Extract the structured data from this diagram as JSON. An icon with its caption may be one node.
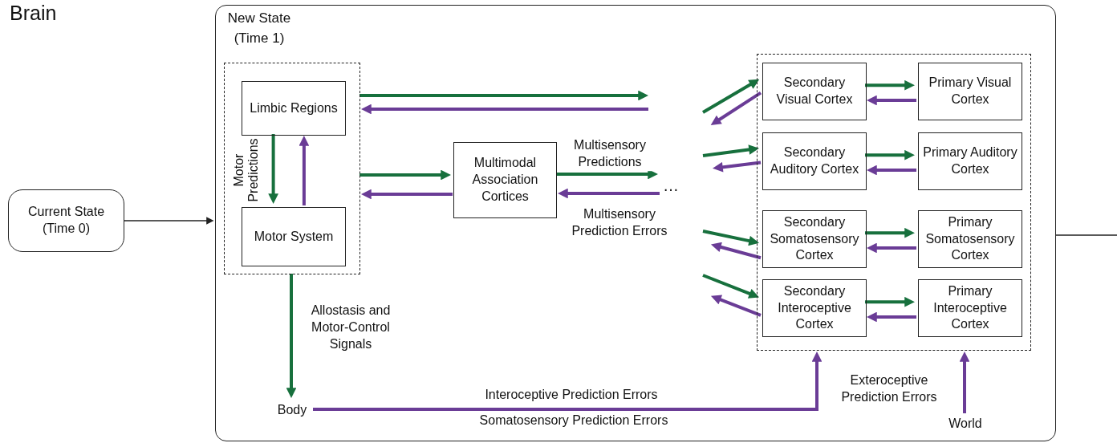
{
  "diagram": {
    "nodes": [
      {
        "text": [
          "Current State (Time 0)"
        ]
      },
      {
        "text": [
          "New State (Time 1)"
        ]
      },
      {
        "text": [],
        "shape": "box",
        "in": 1
      },
      {
        "text": [
          "Limbic Regions"
        ],
        "in": 2
      },
      {
        "text": [
          "Motor System"
        ],
        "in": 2
      },
      {
        "text": [
          "Multimodal Association Cortices"
        ],
        "in": 1
      },
      {
        "text": [],
        "shape": "box",
        "in": 1
      },
      {
        "text": [
          "Secondary Visual Cortex"
        ],
        "in": 6
      },
      {
        "text": [
          "Primary Visual Cortex"
        ],
        "in": 6
      },
      {
        "text": [
          "Secondary Auditory Cortex"
        ],
        "in": 6
      },
      {
        "text": [
          "Primary Auditory Cortex"
        ],
        "in": 6
      },
      {
        "text": [
          "Secondary Somatosensory Cortex"
        ],
        "in": 6
      },
      {
        "text": [
          "Primary Somatosensory Cortex"
        ],
        "in": 6
      },
      {
        "text": [
          "Secondary Interoceptive Cortex"
        ],
        "in": 6
      },
      {
        "text": [
          "Primary Interoceptive Cortex"
        ],
        "in": 6
      },
      {
        "text": [
          "…"
        ],
        "in": 1
      },
      {
        "text": [
          "Body"
        ],
        "in": 1
      },
      {
        "text": [
          "World"
        ],
        "in": 1
      }
    ],
    "edges": [
      {
        "from": 0,
        "to": 1,
        "arrow": "to",
        "color": "#222222"
      },
      {
        "from": 1,
        "to": null,
        "arrow": "none",
        "color": "#222222"
      },
      {
        "from": 3,
        "to": 4,
        "arrow": "to",
        "color": "#17703d"
      },
      {
        "from": 4,
        "to": 3,
        "arrow": "to",
        "color": "#6a3c96"
      },
      {
        "from": 2,
        "to": 5,
        "arrow": "to",
        "color": "#17703d"
      },
      {
        "from": 5,
        "to": 2,
        "arrow": "to",
        "color": "#6a3c96"
      },
      {
        "from": 2,
        "to": null,
        "arrow": "to",
        "color": "#17703d"
      },
      {
        "from": null,
        "to": 2,
        "arrow": "to",
        "color": "#6a3c96"
      },
      {
        "from": 5,
        "to": 15,
        "arrow": "to",
        "color": "#17703d",
        "label": "Multisensory Predictions"
      },
      {
        "from": 15,
        "to": 5,
        "arrow": "to",
        "color": "#6a3c96",
        "label": "Multisensory Prediction Errors"
      },
      {
        "from": null,
        "to": 7,
        "arrow": "to",
        "color": "#17703d"
      },
      {
        "from": 7,
        "to": null,
        "arrow": "to",
        "color": "#6a3c96"
      },
      {
        "from": null,
        "to": 9,
        "arrow": "to",
        "color": "#17703d"
      },
      {
        "from": 9,
        "to": null,
        "arrow": "to",
        "color": "#6a3c96"
      },
      {
        "from": null,
        "to": 11,
        "arrow": "to",
        "color": "#17703d"
      },
      {
        "from": 11,
        "to": null,
        "arrow": "to",
        "color": "#6a3c96"
      },
      {
        "from": null,
        "to": 13,
        "arrow": "to",
        "color": "#17703d"
      },
      {
        "from": 13,
        "to": null,
        "arrow": "to",
        "color": "#6a3c96"
      },
      {
        "from": 7,
        "to": 8,
        "arrow": "to",
        "color": "#17703d"
      },
      {
        "from": 8,
        "to": 7,
        "arrow": "to",
        "color": "#6a3c96"
      },
      {
        "from": 9,
        "to": 10,
        "arrow": "to",
        "color": "#17703d"
      },
      {
        "from": 10,
        "to": 9,
        "arrow": "to",
        "color": "#6a3c96"
      },
      {
        "from": 11,
        "to": 12,
        "arrow": "to",
        "color": "#17703d"
      },
      {
        "from": 12,
        "to": 11,
        "arrow": "to",
        "color": "#6a3c96"
      },
      {
        "from": 13,
        "to": 14,
        "arrow": "to",
        "color": "#17703d"
      },
      {
        "from": 14,
        "to": 13,
        "arrow": "to",
        "color": "#6a3c96"
      },
      {
        "from": 2,
        "to": 16,
        "arrow": "to",
        "color": "#17703d",
        "label": "Allostasis and Motor-Control Signals"
      },
      {
        "from": 16,
        "to": 6,
        "arrow": "to",
        "color": "#6a3c96",
        "label": "Interoceptive Prediction Errors"
      },
      {
        "from": 17,
        "to": 6,
        "arrow": "to",
        "color": "#6a3c96",
        "label": "Exteroceptive Prediction Errors"
      }
    ],
    "labels": [
      "Brain",
      "Motor Predictions",
      "Somatosensory Prediction Errors"
    ]
  }
}
